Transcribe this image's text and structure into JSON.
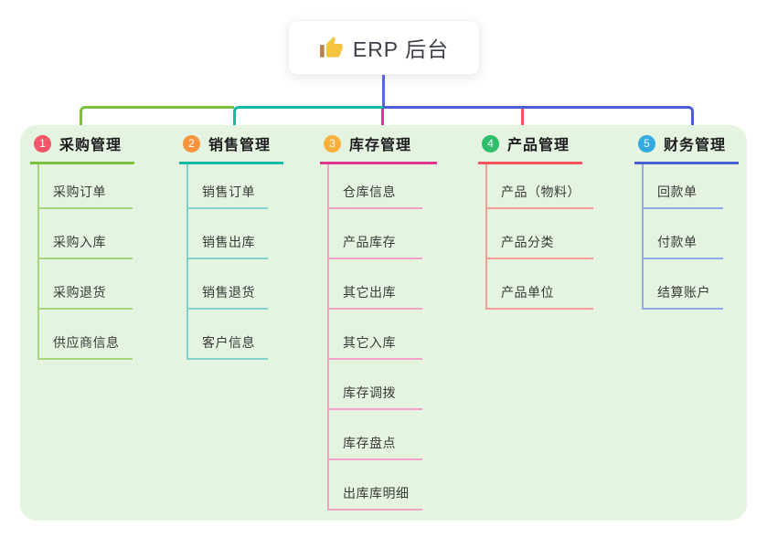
{
  "root": {
    "label": "ERP 后台",
    "icon": "thumbs-up-icon"
  },
  "connector": {
    "stem_color": "#5767d8"
  },
  "panel": {
    "background": "#e5f4e0"
  },
  "branches": [
    {
      "index": "1",
      "label": "采购管理",
      "badge_color": "#f2566b",
      "line_color": "#7cc13e",
      "child_line_color": "#a6d57d",
      "children": [
        "采购订单",
        "采购入库",
        "采购退货",
        "供应商信息"
      ]
    },
    {
      "index": "2",
      "label": "销售管理",
      "badge_color": "#f7943e",
      "line_color": "#14b8a6",
      "child_line_color": "#7fd3c8",
      "children": [
        "销售订单",
        "销售出库",
        "销售退货",
        "客户信息"
      ]
    },
    {
      "index": "3",
      "label": "库存管理",
      "badge_color": "#fcb03c",
      "line_color": "#e0368f",
      "child_line_color": "#f2a2c9",
      "children": [
        "仓库信息",
        "产品库存",
        "其它出库",
        "其它入库",
        "库存调拨",
        "库存盘点",
        "出库库明细"
      ]
    },
    {
      "index": "4",
      "label": "产品管理",
      "badge_color": "#2fbf6b",
      "line_color": "#f4525f",
      "child_line_color": "#f59d97",
      "children": [
        "产品（物料）",
        "产品分类",
        "产品单位"
      ]
    },
    {
      "index": "5",
      "label": "财务管理",
      "badge_color": "#32a9e0",
      "line_color": "#4a5fd4",
      "child_line_color": "#93aae8",
      "children": [
        "回款单",
        "付款单",
        "结算账户"
      ]
    }
  ]
}
